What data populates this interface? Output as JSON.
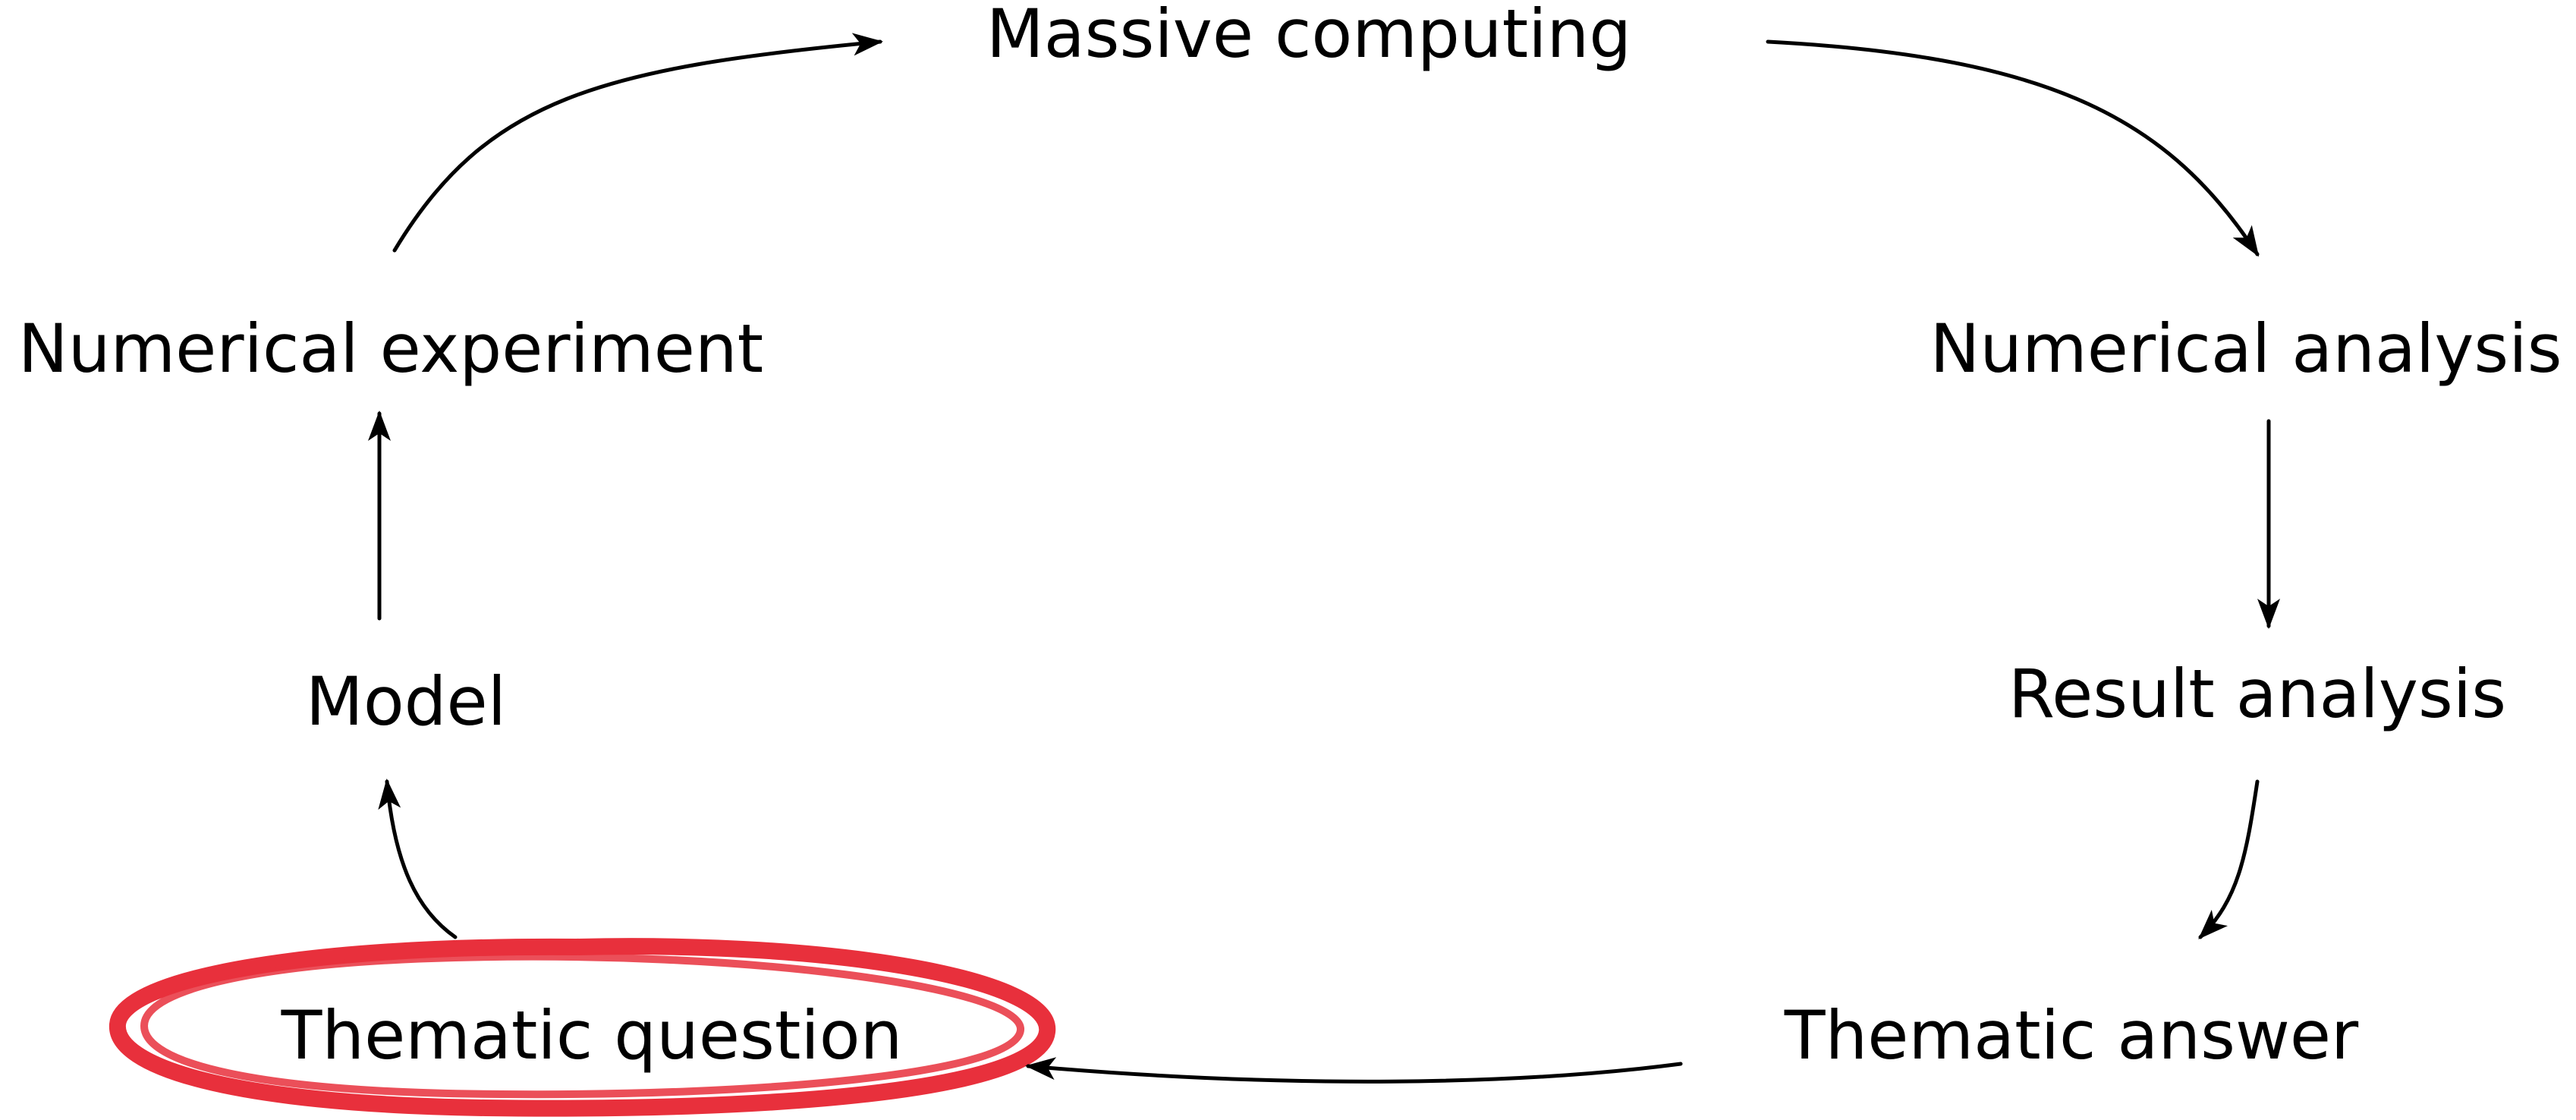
{
  "diagram": {
    "colors": {
      "text": "#000000",
      "arrow": "#000000",
      "highlight": "#e8303c",
      "background": "#ffffff"
    },
    "nodes": {
      "massive_computing": "Massive computing",
      "numerical_analysis": "Numerical analysis",
      "result_analysis": "Result analysis",
      "thematic_answer": "Thematic answer",
      "thematic_question": "Thematic question",
      "model": "Model",
      "numerical_experiment": "Numerical experiment"
    },
    "cycle_order": [
      "Thematic question",
      "Model",
      "Numerical experiment",
      "Massive computing",
      "Numerical analysis",
      "Result analysis",
      "Thematic answer"
    ],
    "highlighted_node": "Thematic question"
  }
}
